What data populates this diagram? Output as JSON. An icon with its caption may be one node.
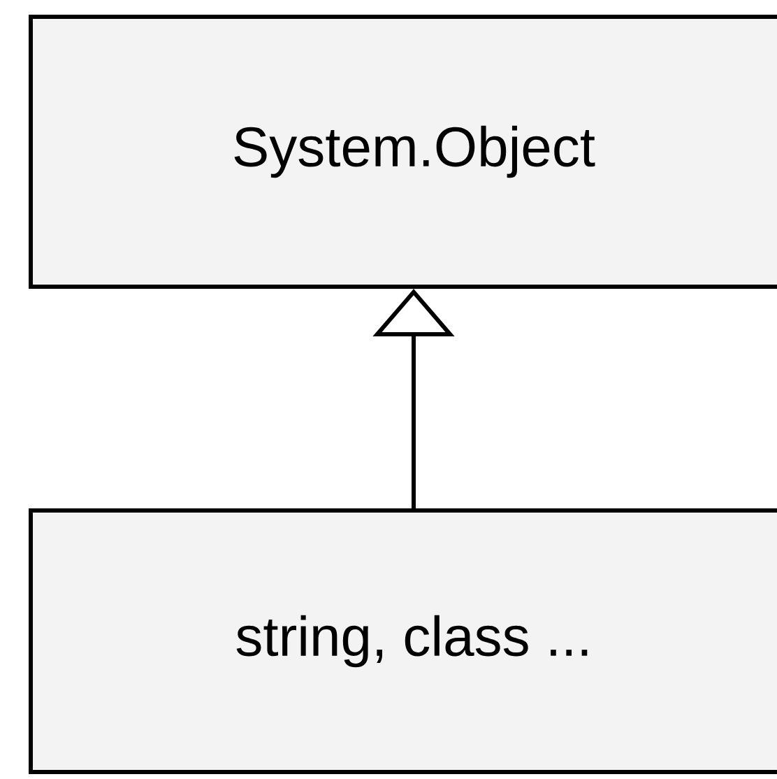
{
  "diagram": {
    "nodes": [
      {
        "text": [
          "System.Object"
        ]
      },
      {
        "text": [
          "string, class ..."
        ]
      }
    ],
    "edges": [
      {
        "from": 1,
        "to": 0,
        "arrow": "to"
      }
    ]
  }
}
